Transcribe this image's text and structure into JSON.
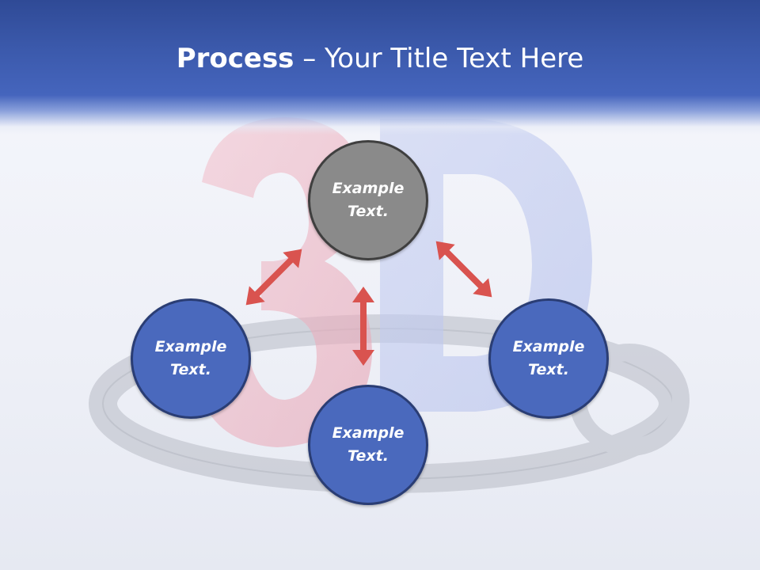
{
  "title": {
    "bold": "Process",
    "rest": " – Your Title Text Here"
  },
  "nodes": {
    "top": "Example Text.",
    "left": "Example Text.",
    "right": "Example Text.",
    "bottom": "Example Text."
  },
  "colors": {
    "header": "#3b59ab",
    "node_blue": "#4a69bd",
    "node_gray": "#8a8a8a",
    "arrow": "#d9534f"
  },
  "background_image": "faded 3D letters with film strip"
}
